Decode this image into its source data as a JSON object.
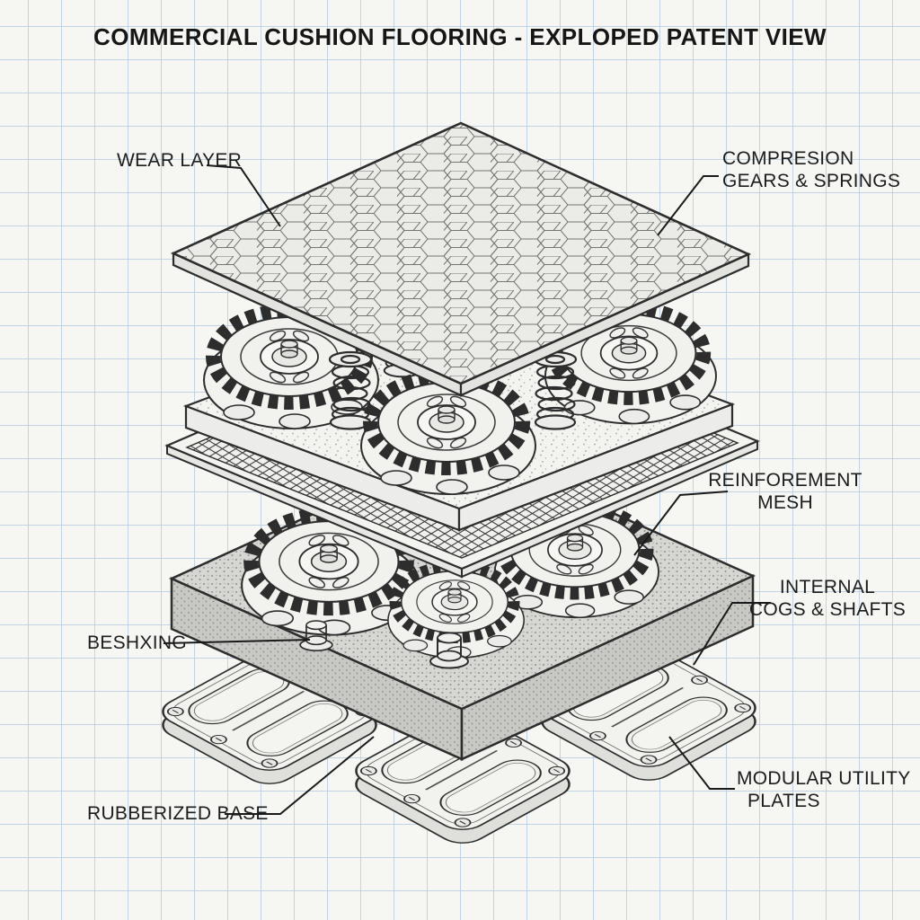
{
  "title": "COMMERCIAL CUSHION FLOORING - EXPLOPED PATENT VIEW",
  "labels": {
    "wear_layer": "WEAR LAYER",
    "compression_line1": "COMPRESION",
    "compression_line2": "GEARS & SPRINGS",
    "reinforcement_line1": "REINFOREMENT",
    "reinforcement_line2": "MESH",
    "internal_line1": "INTERNAL",
    "internal_line2": "COGS & SHAFTS",
    "beshing": "BESHXING",
    "rubberized_base": "RUBBERIZED BASE",
    "modular_line1": "MODULAR UTILITY",
    "modular_line2": "PLATES"
  },
  "diagram": {
    "type": "exploded isometric patent drawing",
    "background": "blue graph paper",
    "layers_top_to_bottom": [
      "hexagon-textured wear layer plate",
      "compression gears and coil springs on speckled plate",
      "reinforcement mesh sheet (crosshatched)",
      "internal cogs and shafts slab (stippled gray)",
      "three modular utility plates forming rubberized base"
    ]
  },
  "colors": {
    "paper": "#f6f6f3",
    "grid_line": "#b9cde0",
    "ink": "#2d2d2d",
    "slab_fill": "#d6d6d2",
    "plate_fill": "#f2f2ef"
  }
}
